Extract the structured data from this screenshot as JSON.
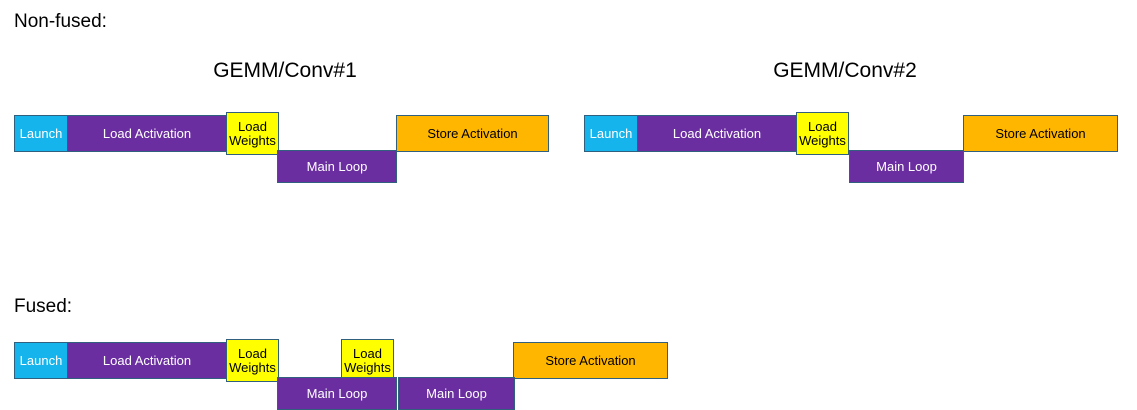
{
  "diagram": {
    "title_nonfused": "Non-fused:",
    "title_fused": "Fused:",
    "colors": {
      "launch": "#16b4ec",
      "compute": "#6b2ea0",
      "weights": "#ffff00",
      "store": "#ffb600",
      "border": "#31607e",
      "background": "#ffffff"
    },
    "labels": {
      "launch": "Launch",
      "load_activation": "Load Activation",
      "load_weights": "Load\nWeights",
      "main_loop": "Main Loop",
      "store_activation": "Store Activation"
    },
    "groups": [
      {
        "title": "GEMM/Conv#1"
      },
      {
        "title": "GEMM/Conv#2"
      }
    ],
    "nonfused": {
      "group1": {
        "launch": "Launch",
        "load_activation": "Load Activation",
        "load_weights": "Load\nWeights",
        "main_loop": "Main Loop",
        "store_activation": "Store Activation"
      },
      "group2": {
        "launch": "Launch",
        "load_activation": "Load Activation",
        "load_weights": "Load\nWeights",
        "main_loop": "Main Loop",
        "store_activation": "Store Activation"
      }
    },
    "fused": {
      "launch": "Launch",
      "load_activation": "Load Activation",
      "load_weights_1": "Load\nWeights",
      "load_weights_2": "Load\nWeights",
      "main_loop_1": "Main Loop",
      "main_loop_2": "Main Loop",
      "store_activation": "Store Activation"
    }
  }
}
